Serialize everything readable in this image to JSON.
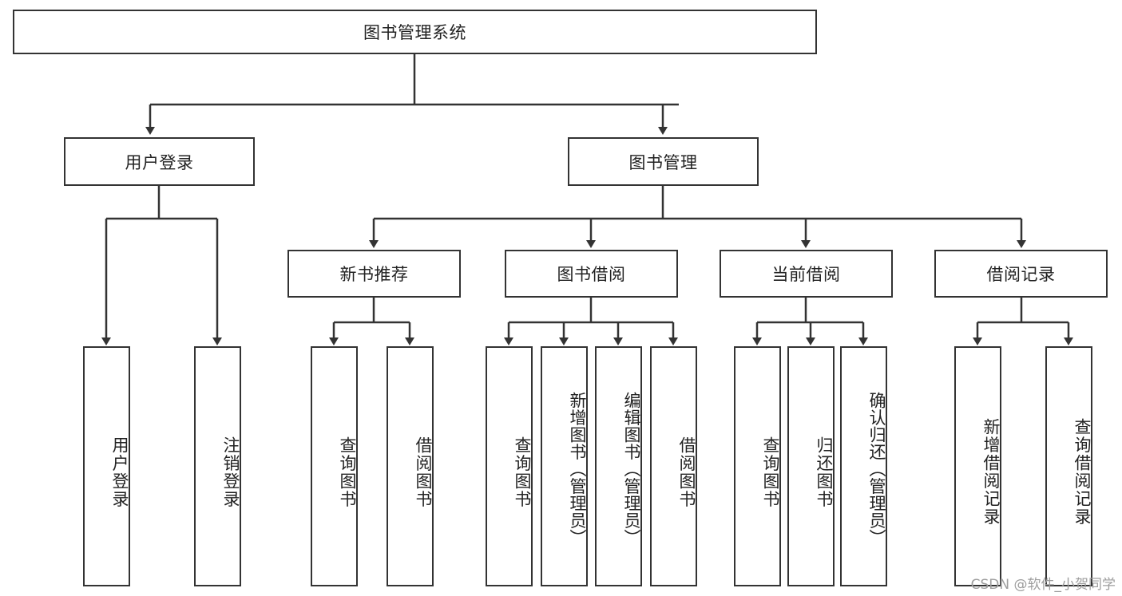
{
  "diagram": {
    "type": "tree-hierarchy",
    "title": "图书管理系统",
    "watermark": "CSDN @软件_小贺同学",
    "colors": {
      "box_border": "#333333",
      "box_fill": "#ffffff",
      "connector": "#333333",
      "text": "#222222",
      "watermark": "#9d9d9d"
    },
    "levels": {
      "root": {
        "label": "图书管理系统"
      },
      "level1": [
        {
          "id": "user-login",
          "label": "用户登录"
        },
        {
          "id": "book-management",
          "label": "图书管理"
        }
      ],
      "level2": [
        {
          "id": "new-book-recommend",
          "label": "新书推荐",
          "parent": "book-management"
        },
        {
          "id": "book-borrow",
          "label": "图书借阅",
          "parent": "book-management"
        },
        {
          "id": "current-borrow",
          "label": "当前借阅",
          "parent": "book-management"
        },
        {
          "id": "borrow-record",
          "label": "借阅记录",
          "parent": "book-management"
        }
      ],
      "leaves": [
        {
          "id": "leaf-user-login",
          "label": "用户登录",
          "parent": "user-login"
        },
        {
          "id": "leaf-logout-login",
          "label": "注销登录",
          "parent": "user-login"
        },
        {
          "id": "leaf-query-books-1",
          "label": "查询图书",
          "parent": "new-book-recommend"
        },
        {
          "id": "leaf-borrow-books-1",
          "label": "借阅图书",
          "parent": "new-book-recommend"
        },
        {
          "id": "leaf-query-books-2",
          "label": "查询图书",
          "parent": "book-borrow"
        },
        {
          "id": "leaf-add-book",
          "label": "新增图书（管理员）",
          "parent": "book-borrow"
        },
        {
          "id": "leaf-edit-book",
          "label": "编辑图书（管理员）",
          "parent": "book-borrow"
        },
        {
          "id": "leaf-borrow-books-2",
          "label": "借阅图书",
          "parent": "book-borrow"
        },
        {
          "id": "leaf-query-books-3",
          "label": "查询图书",
          "parent": "current-borrow"
        },
        {
          "id": "leaf-return-book",
          "label": "归还图书",
          "parent": "current-borrow"
        },
        {
          "id": "leaf-confirm-return",
          "label": "确认归还（管理员）",
          "parent": "current-borrow"
        },
        {
          "id": "leaf-add-record",
          "label": "新增借阅记录",
          "parent": "borrow-record"
        },
        {
          "id": "leaf-query-record",
          "label": "查询借阅记录",
          "parent": "borrow-record"
        }
      ]
    }
  }
}
